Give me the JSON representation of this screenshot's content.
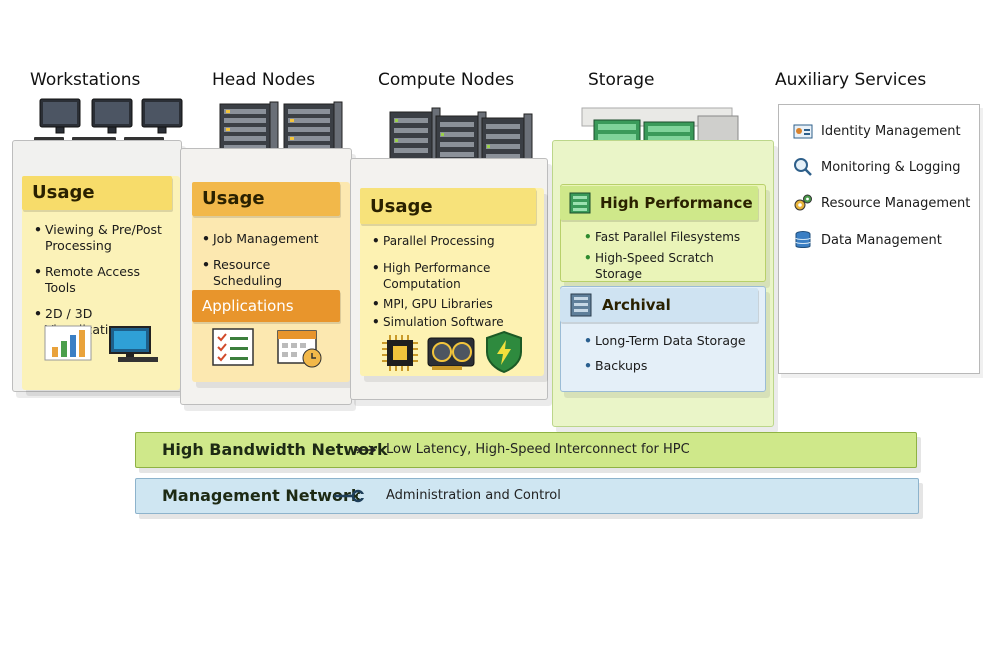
{
  "columns": [
    {
      "title": "Workstations"
    },
    {
      "title": "Head Nodes"
    },
    {
      "title": "Compute Nodes"
    },
    {
      "title": "Storage"
    },
    {
      "title": "Auxiliary Services"
    }
  ],
  "workstations": {
    "usage_title": "Usage",
    "items": [
      "Viewing & Pre/Post Processing",
      "Remote Access Tools",
      "2D / 3D Visualization"
    ],
    "icons": [
      "bar-chart-icon",
      "monitor-icon"
    ]
  },
  "head_nodes": {
    "usage_title": "Usage",
    "items": [
      "Job Management",
      "Resource Scheduling"
    ],
    "applications_title": "Applications",
    "icons": [
      "checklist-icon",
      "calendar-icon"
    ]
  },
  "compute_nodes": {
    "usage_title": "Usage",
    "items": [
      "Parallel Processing",
      "High Performance Computation",
      "MPI, GPU Libraries",
      "Simulation Software"
    ],
    "icons": [
      "cpu-chip-icon",
      "gpu-card-icon",
      "shield-bolt-icon"
    ]
  },
  "storage": {
    "high_performance": {
      "title": "High Performance",
      "items": [
        "Fast Parallel Filesystems",
        "High-Speed Scratch Storage"
      ]
    },
    "archival": {
      "title": "Archival",
      "items": [
        "Long-Term Data Storage",
        "Backups"
      ]
    }
  },
  "auxiliary": {
    "items": [
      {
        "label": "Identity Management",
        "icon": "id-card-icon"
      },
      {
        "label": "Monitoring & Logging",
        "icon": "magnifier-icon"
      },
      {
        "label": "Resource Management",
        "icon": "gears-icon"
      },
      {
        "label": "Data Management",
        "icon": "database-icon"
      }
    ]
  },
  "networks": [
    {
      "name": "High Bandwidth Network",
      "description": "Low Latency, High-Speed Interconnect for HPC",
      "color": "#cfe88a"
    },
    {
      "name": "Management Network",
      "description": "Administration and Control",
      "color": "#cfe6f2"
    }
  ],
  "colors": {
    "usage_yellow": "#f7e27a",
    "head_orange": "#f2b84a",
    "applications_orange": "#e8952c",
    "storage_green": "#d8ee8f",
    "archival_blue": "#dcebf6"
  }
}
